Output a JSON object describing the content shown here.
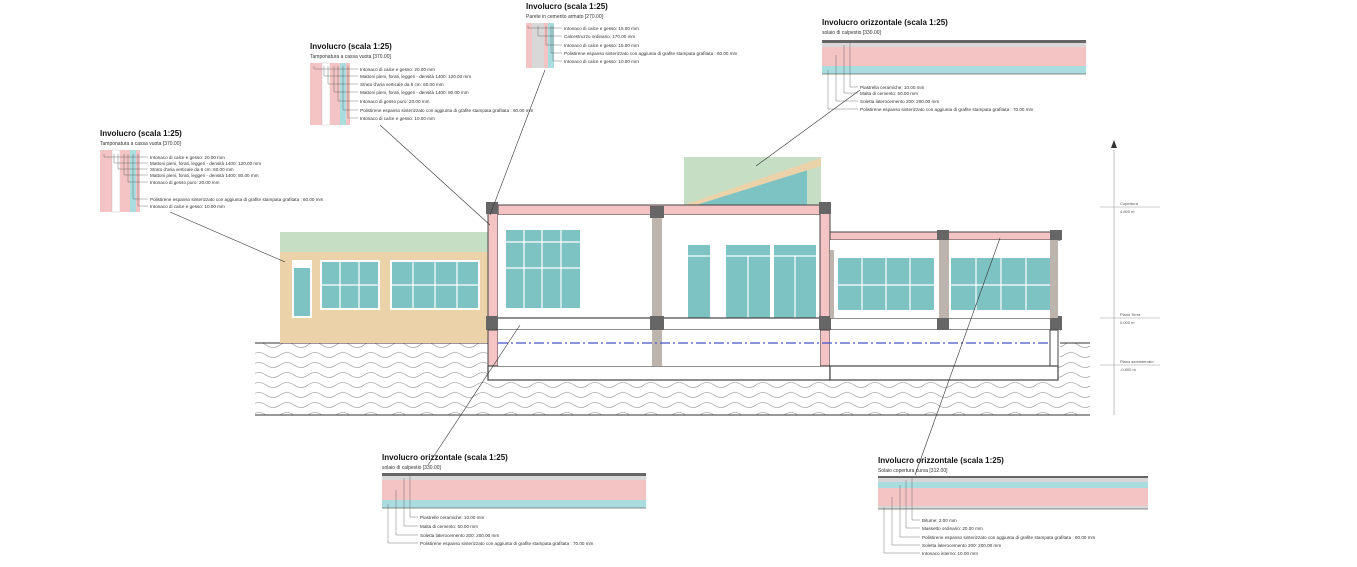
{
  "colors": {
    "plaster_pink": "#f4c4c4",
    "insulation_blue": "#a9dde0",
    "glass": "#7ec3c4",
    "wall_beige": "#ecd2a8",
    "roof_green": "#c6dec4",
    "column_grey": "#bdb5ad",
    "slab_outline": "#444444",
    "datum_blue": "#4053c9"
  },
  "panels": {
    "wall_left": {
      "title": "Involucro (scala 1:25)",
      "subtitle": "Tamponatura a cassa vuota [370.00]",
      "layers": [
        "Intonaco di calce e gesso: 20.00 mm",
        "Mattoni pieni, forati, leggeri - densità 1400: 120.00 mm",
        "Strato d'aria verticale da 6 cm: 60.00 mm",
        "Mattoni pieni, forati, leggeri - densità 1400: 80.00 mm",
        "Intonaco di gesso puro: 20.00 mm",
        "Polistirene espanso sinterizzato con aggiunta di grafite stampata grafitata : 60.00 mm",
        "Intonaco di calce e gesso: 10.00 mm"
      ]
    },
    "wall_mid": {
      "title": "Involucro (scala 1:25)",
      "subtitle": "Tamponatura a cassa vuota [370.00]",
      "layers": [
        "Intonaco di calce e gesso: 20.00 mm",
        "Mattoni pieni, forati, leggeri - densità 1400: 120.00 mm",
        "Strato d'aria verticale da 6 cm: 60.00 mm",
        "Mattoni pieni, forati, leggeri - densità 1400: 80.00 mm",
        "Intonaco di gesso puro: 20.00 mm",
        "Polistirene espanso sinterizzato con aggiunta di grafite stampata grafitata : 60.00 mm",
        "Intonaco di calce e gesso: 10.00 mm"
      ]
    },
    "wall_top": {
      "title": "Involucro (scala 1:25)",
      "subtitle": "Parete in cemento armato [270.00]",
      "layers": [
        "Intonaco di calce e gesso: 15.00 mm",
        "Calcestruzzo ordinario: 170.00 mm",
        "Intonaco di calce e gesso: 15.00 mm",
        "Polistirene espanso sinterizzato con aggiunta di grafite stampata grafitata : 60.00 mm",
        "Intonaco di calce e gesso: 10.00 mm"
      ]
    },
    "floor_top_right": {
      "title": "Involucro orizzontale (scala 1:25)",
      "subtitle": "solaio di calpestio [330.00]",
      "layers": [
        "Piastrella ceramiche: 10.00 mm",
        "Malta di cemento: 50.00 mm",
        "Soletta laterocemento 200: 200.00 mm",
        "Polistirene espanso sinterizzato con aggiunta di grafite stampata grafitata : 70.00 mm"
      ]
    },
    "floor_bottom": {
      "title": "Involucro orizzontale (scala 1:25)",
      "subtitle": "solaio di calpestio [330.00]",
      "layers": [
        "Piastrelle ceramiche: 10.00 mm",
        "Malta di cemento: 50.00 mm",
        "Soletta laterocemento 200: 200.00 mm",
        "Polistirene espanso sinterizzato con aggiunta di grafite stampata grafitata : 70.00 mm"
      ]
    },
    "roof_bottom_right": {
      "title": "Involucro orizzontale (scala 1:25)",
      "subtitle": "Solaio copertura curva [312.00]",
      "layers": [
        "Bitume: 2.00 mm",
        "Massetto ordinario: 20.00 mm",
        "Polistirene espanso sinterizzato con aggiunta di grafite stampata grafitata : 60.00 mm",
        "Soletta laterocemento 200: 200.00 mm",
        "Intonaco interno: 10.00 mm"
      ]
    }
  },
  "levels": [
    {
      "name": "Copertura",
      "value": "4.800 m"
    },
    {
      "name": "Piano Terra",
      "value": "0.000 m"
    },
    {
      "name": "Piano seminterrato",
      "value": "-0.800 m"
    }
  ]
}
